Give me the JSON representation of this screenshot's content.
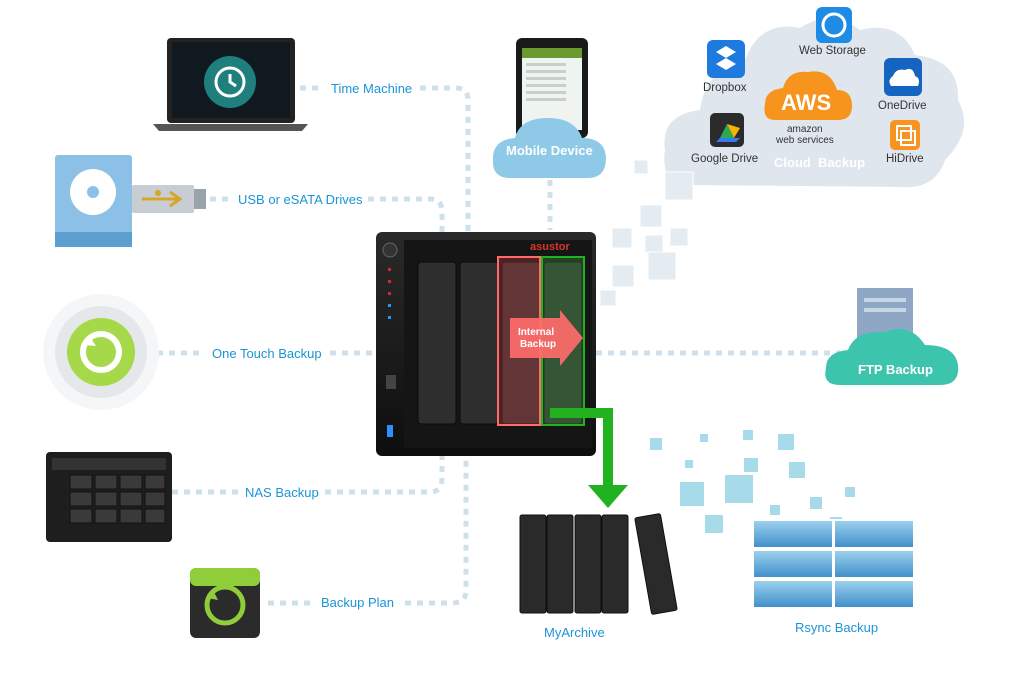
{
  "sources": {
    "time_machine": "Time Machine",
    "usb_esata": "USB or eSATA Drives",
    "one_touch": "One Touch Backup",
    "nas_backup": "NAS Backup",
    "backup_plan": "Backup Plan",
    "mobile_device": "Mobile Device"
  },
  "cloud": {
    "web_storage": "Web Storage",
    "dropbox": "Dropbox",
    "aws_logo": "AWS",
    "aws_line1": "amazon",
    "aws_line2": "web services",
    "onedrive": "OneDrive",
    "google_drive": "Google Drive",
    "cloud_backup": "Cloud  Backup",
    "hidrive": "HiDrive"
  },
  "nas": {
    "brand": "asustor",
    "internal_backup_1": "Internal",
    "internal_backup_2": "Backup"
  },
  "targets": {
    "ftp_backup": "FTP Backup",
    "myarchive": "MyArchive",
    "rsync_backup": "Rsync Backup"
  },
  "colors": {
    "label_blue": "#1a95d8",
    "dotted_line": "#cfe0ea",
    "arrow_green": "#22b11f",
    "internal_red": "#ff6b6b",
    "cloud_bg": "#dfe6ee",
    "ftp_cloud": "#3cc4ac"
  }
}
